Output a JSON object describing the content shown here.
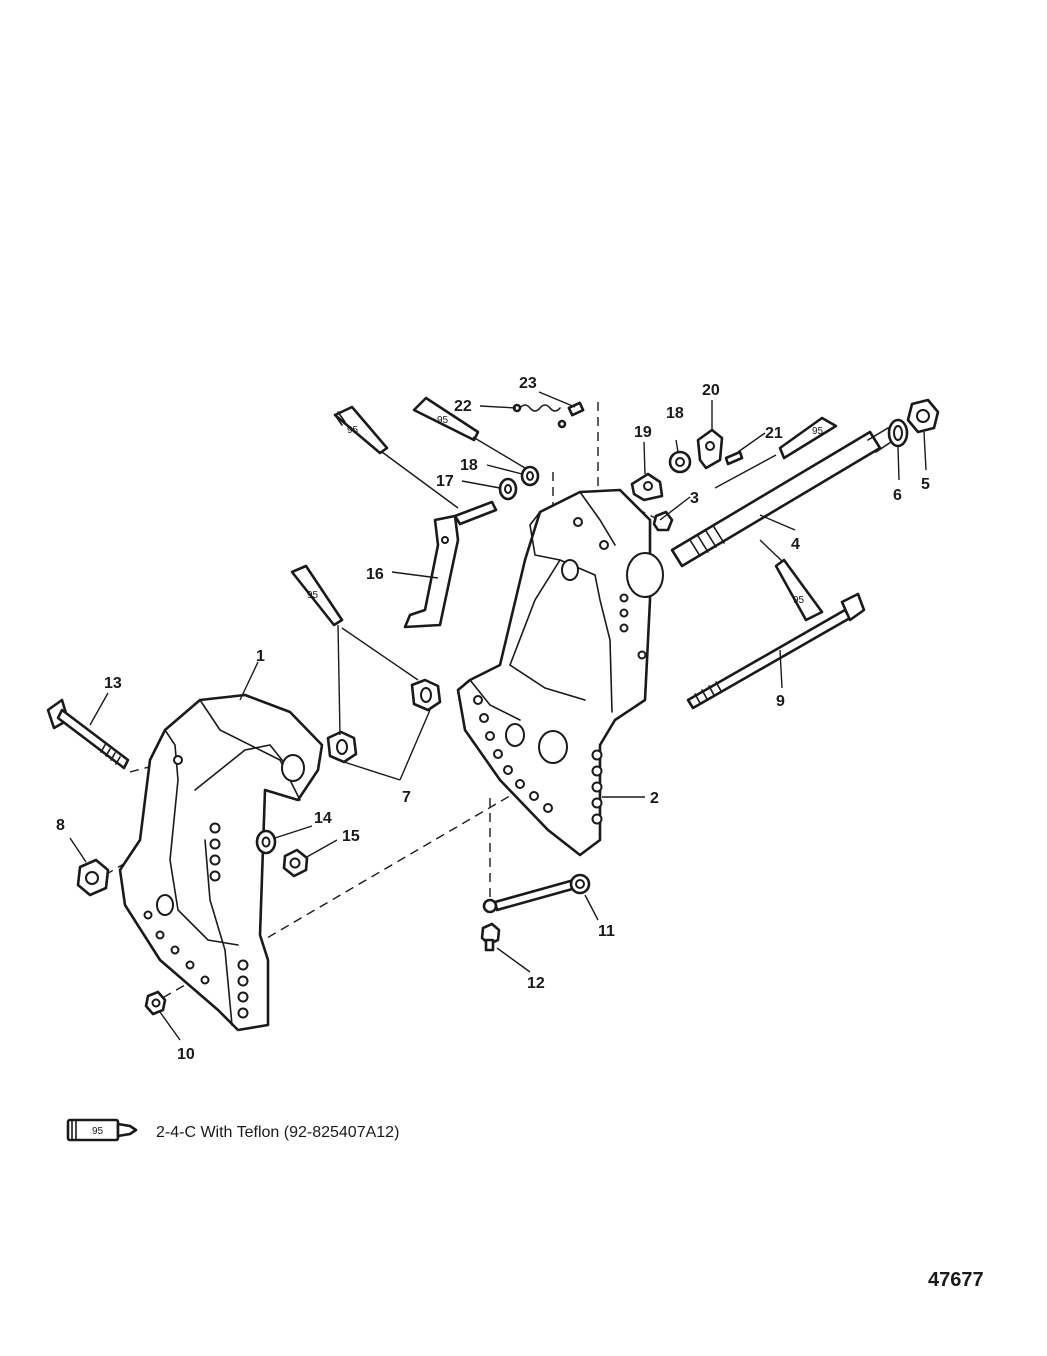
{
  "diagram": {
    "callouts": [
      "1",
      "2",
      "3",
      "4",
      "5",
      "6",
      "7",
      "8",
      "9",
      "10",
      "11",
      "12",
      "13",
      "14",
      "15",
      "16",
      "17",
      "18",
      "18",
      "19",
      "20",
      "21",
      "22",
      "23"
    ],
    "tube_code": "95",
    "legend": {
      "tube_code": "95",
      "text": "2-4-C  With Teflon (92-825407A12)"
    },
    "document_number": "47677"
  }
}
